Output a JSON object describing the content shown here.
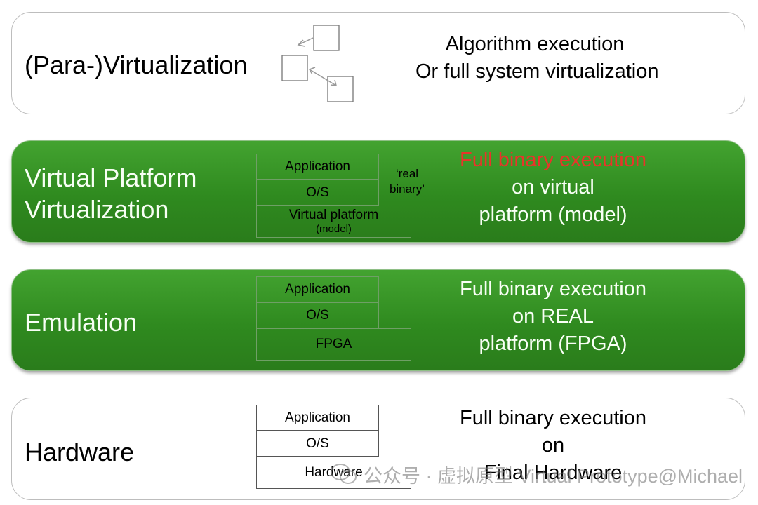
{
  "rows": {
    "virtualization": {
      "title": "(Para-)Virtualization",
      "desc": [
        "Algorithm execution",
        "Or full system virtualization"
      ]
    },
    "virtual_platform": {
      "title": [
        "Virtual Platform",
        "Virtualization"
      ],
      "stack": {
        "application": "Application",
        "os": "O/S",
        "base": "Virtual platform",
        "base_sub": "(model)"
      },
      "annotation": [
        "‘real",
        "binary’"
      ],
      "desc_highlight": "Full binary execution",
      "desc": [
        "on virtual",
        "platform (model)"
      ]
    },
    "emulation": {
      "title": "Emulation",
      "stack": {
        "application": "Application",
        "os": "O/S",
        "base": "FPGA"
      },
      "desc": [
        "Full binary execution",
        "on REAL",
        "platform (FPGA)"
      ]
    },
    "hardware": {
      "title": "Hardware",
      "stack": {
        "application": "Application",
        "os": "O/S",
        "base": "Hardware"
      },
      "desc": [
        "Full binary execution",
        "on",
        "Final Hardware"
      ]
    }
  },
  "watermark": "公众号 · 虚拟原型 Virtual Prototype@Michael",
  "colors": {
    "green": "#2f8a1f",
    "highlight_red": "#e8342a"
  },
  "icons": {
    "virtualization": "connected-boxes-icon",
    "watermark": "wechat-icon"
  }
}
